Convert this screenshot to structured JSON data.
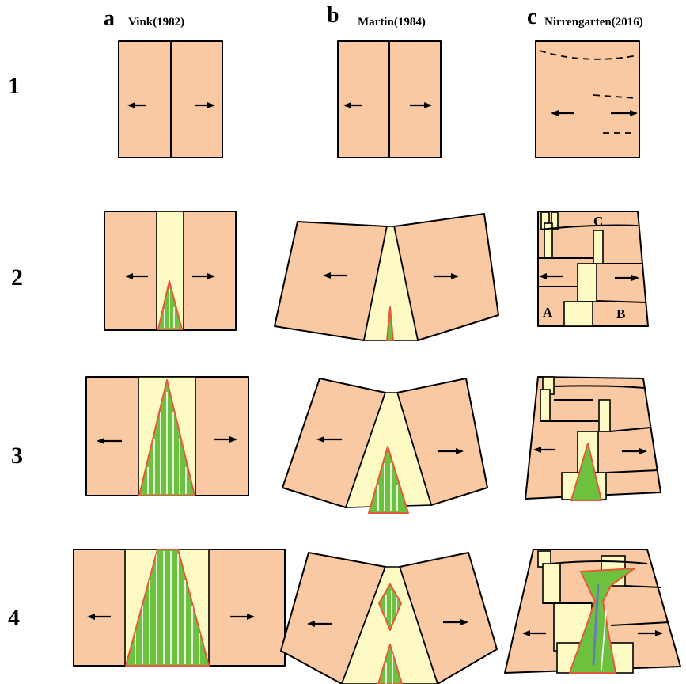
{
  "columns": [
    {
      "letter": "a",
      "reference": "Vink(1982)"
    },
    {
      "letter": "b",
      "reference": "Martin(1984)"
    },
    {
      "letter": "c",
      "reference": "Nirrengarten(2016)"
    }
  ],
  "rows": [
    "1",
    "2",
    "3",
    "4"
  ],
  "block_labels": {
    "a": "A",
    "b": "B",
    "c": "C"
  },
  "colors": {
    "continental_plate": "#f8c9a2",
    "thinned_crust": "#fdfac4",
    "oceanic_crust": "#6cc23e",
    "basin_outline": "#e8573a",
    "mantle_axis": "#6b7bb8"
  }
}
